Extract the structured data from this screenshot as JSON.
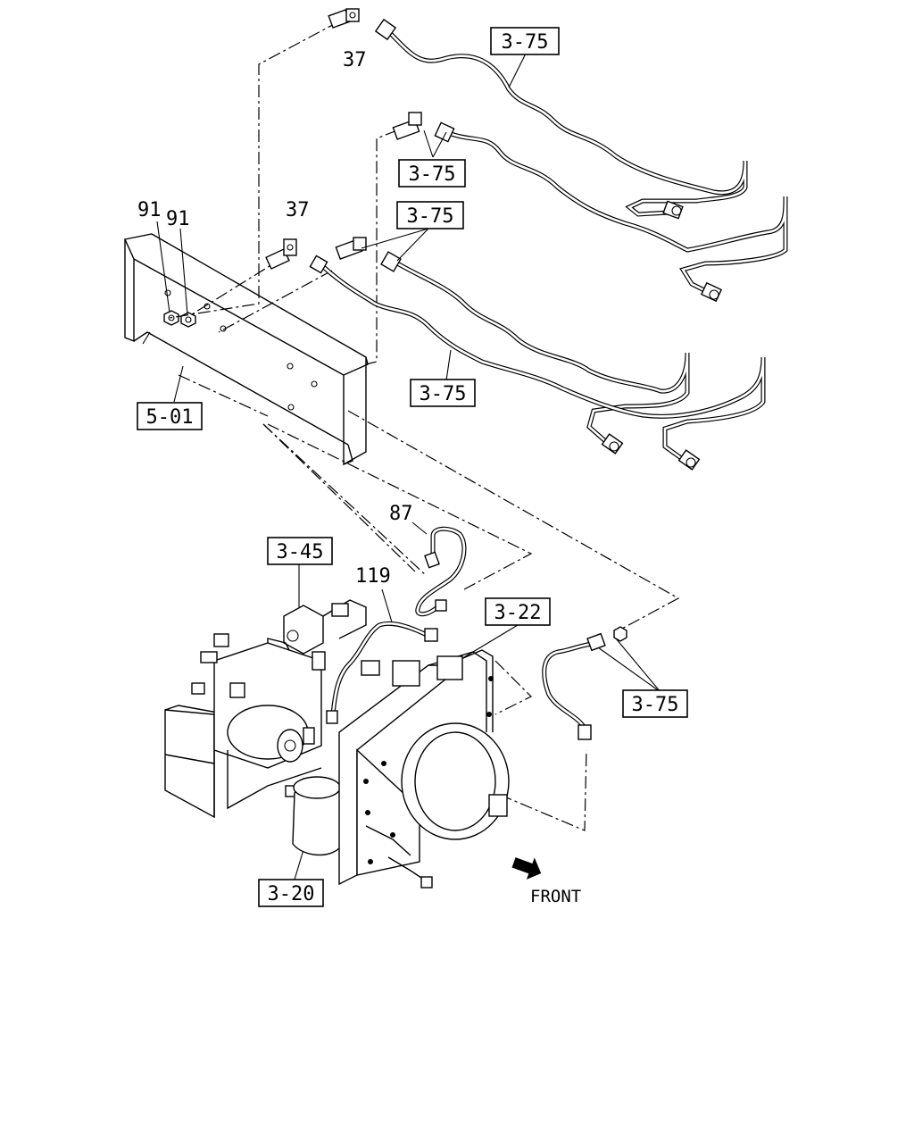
{
  "callouts": {
    "ref_3_75_top": "3-75",
    "ref_3_75_b": "3-75",
    "ref_3_75_c": "3-75",
    "ref_3_75_d": "3-75",
    "ref_3_75_e": "3-75",
    "ref_5_01": "5-01",
    "ref_3_45": "3-45",
    "ref_3_22": "3-22",
    "ref_3_20": "3-20"
  },
  "parts": {
    "p37_top": "37",
    "p37_mid": "37",
    "p91_a": "91",
    "p91_b": "91",
    "p87": "87",
    "p119": "119"
  },
  "direction": {
    "front_label": "FRONT"
  }
}
